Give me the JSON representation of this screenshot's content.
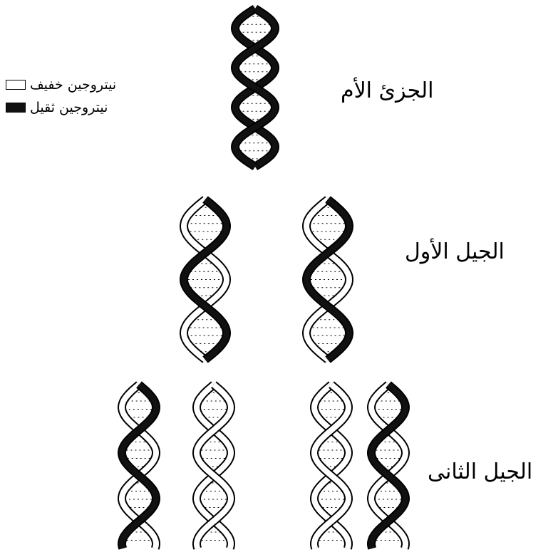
{
  "labels": {
    "parent": "الجزئ الأم",
    "first_gen": "الجيل الأول",
    "second_gen": "الجيل الثانى"
  },
  "legend": {
    "light": "نيتروجين خفيف",
    "heavy": "نيتروجين ثقيل"
  },
  "colors": {
    "heavy": "#111111",
    "light": "#ffffff",
    "outline": "#000000"
  }
}
